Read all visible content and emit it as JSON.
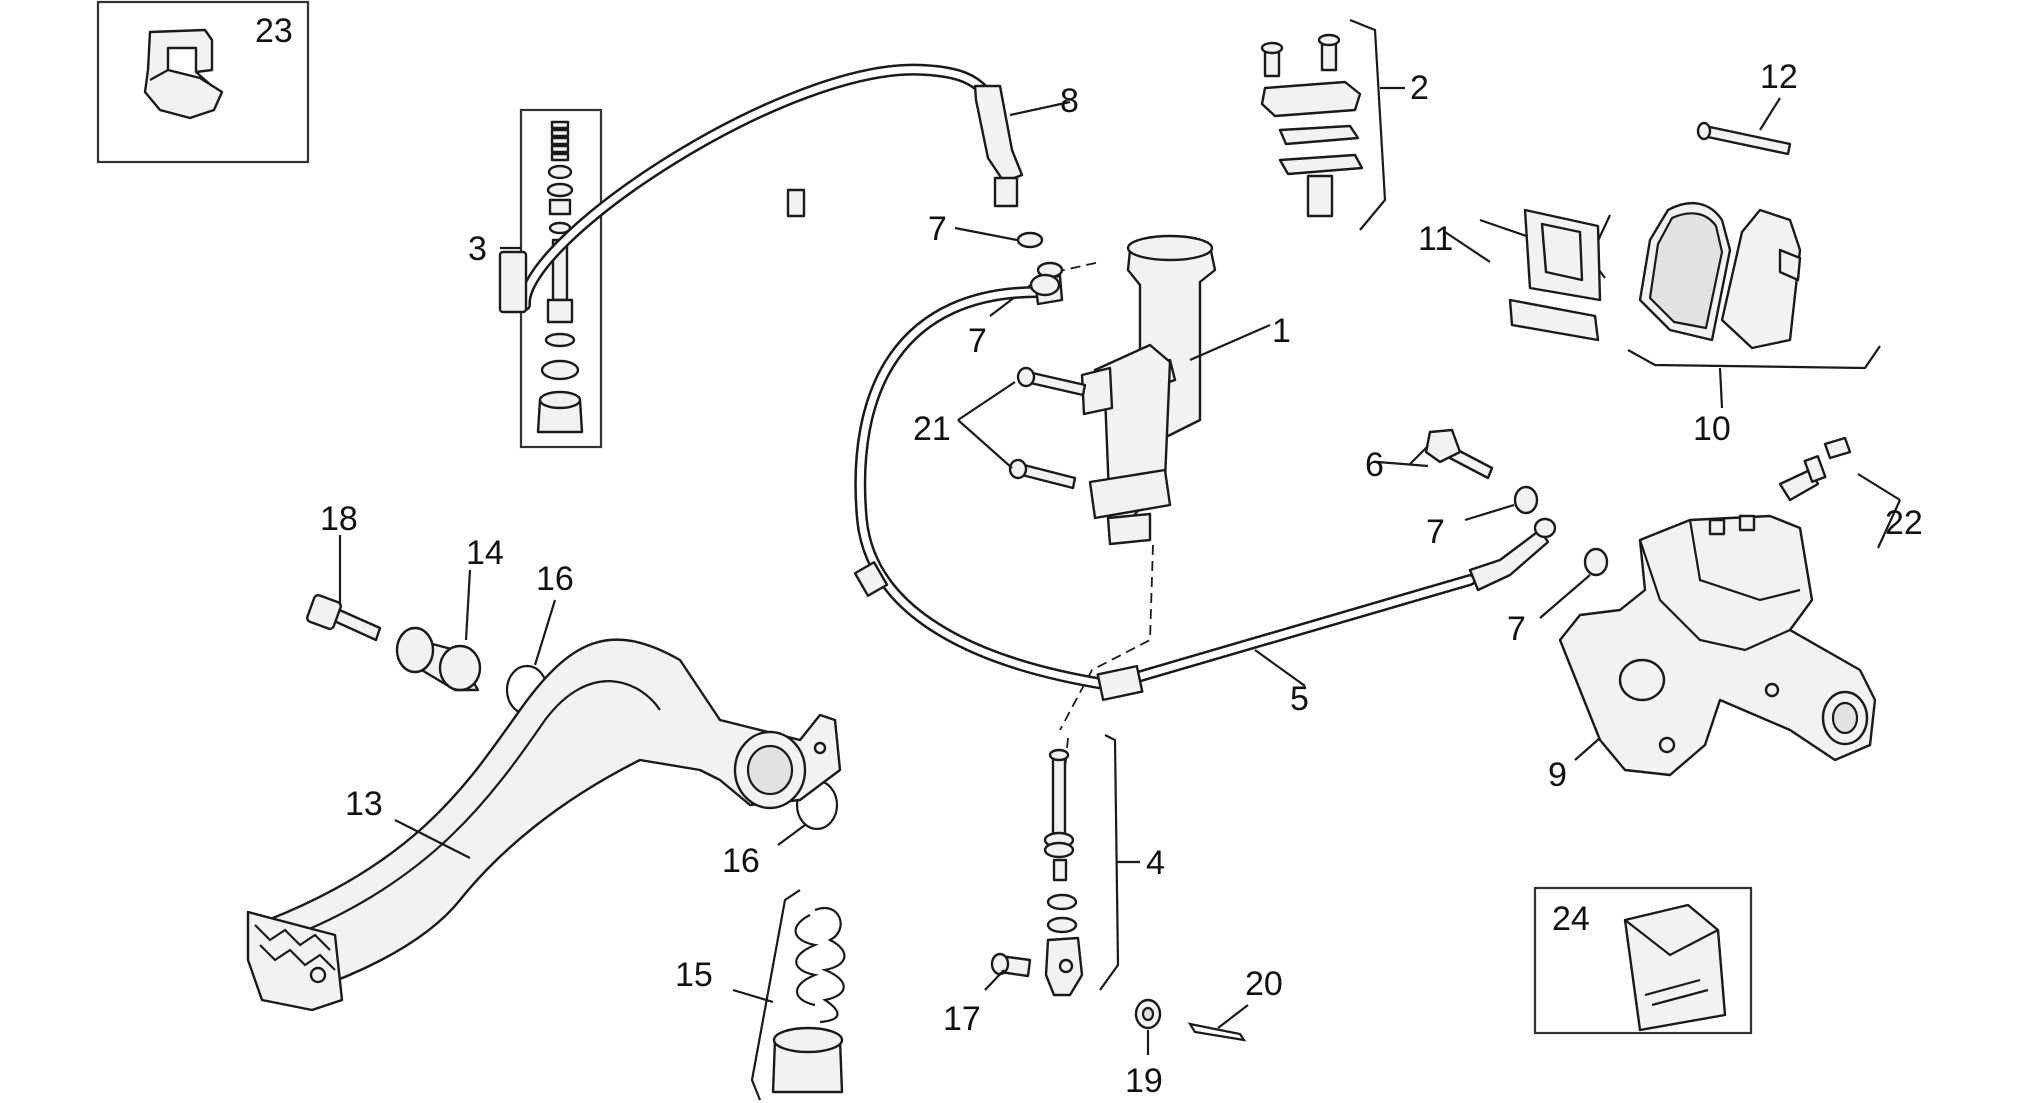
{
  "diagram": {
    "labels": {
      "p1": "1",
      "p2": "2",
      "p3": "3",
      "p4": "4",
      "p5": "5",
      "p6": "6",
      "p7": "7",
      "p8": "8",
      "p9": "9",
      "p10": "10",
      "p11": "11",
      "p12": "12",
      "p13": "13",
      "p14": "14",
      "p15": "15",
      "p16": "16",
      "p17": "17",
      "p18": "18",
      "p19": "19",
      "p20": "20",
      "p21": "21",
      "p22": "22",
      "p23": "23",
      "p24": "24"
    }
  }
}
